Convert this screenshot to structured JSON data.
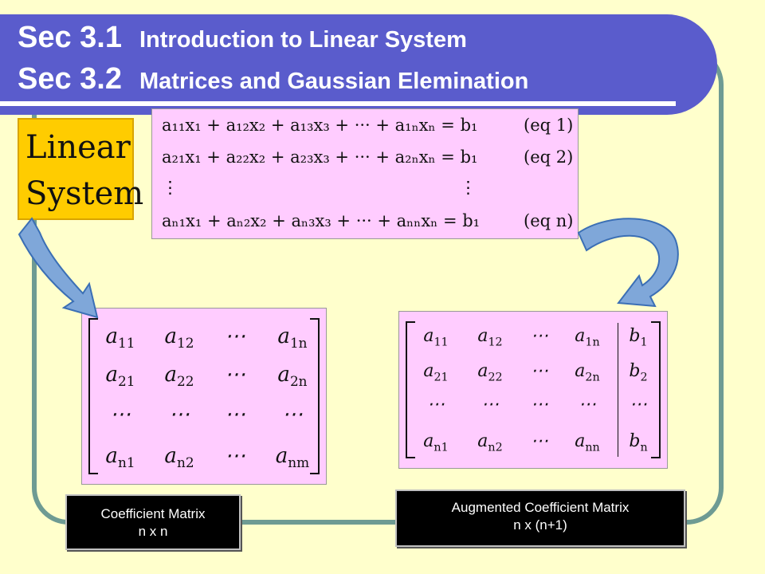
{
  "title": {
    "line1_sec": "Sec 3.1",
    "line1_text": "Introduction to Linear System",
    "line2_sec": "Sec 3.2",
    "line2_text": "Matrices and Gaussian Elemination"
  },
  "label_box": {
    "word1": "Linear",
    "word2": "System"
  },
  "equations": {
    "rows": [
      {
        "text": "a₁₁x₁ + a₁₂x₂ + a₁₃x₃ + ··· + a₁ₙxₙ = b₁",
        "tag": "(eq 1)"
      },
      {
        "text": "a₂₁x₁ + a₂₂x₂ + a₂₃x₃ + ··· + a₂ₙxₙ = b₁",
        "tag": "(eq 2)"
      },
      {
        "text": "aₙ₁x₁ + aₙ₂x₂ + aₙ₃x₃ + ··· + aₙₙxₙ = b₁",
        "tag": "(eq n)"
      }
    ],
    "vdots": "⋮"
  },
  "coefficient_matrix": {
    "rows": [
      [
        "a11",
        "a12",
        "⋯",
        "a1n"
      ],
      [
        "a21",
        "a22",
        "⋯",
        "a2n"
      ],
      [
        "⋯",
        "⋯",
        "⋯",
        "⋯"
      ],
      [
        "an1",
        "an2",
        "⋯",
        "anm"
      ]
    ]
  },
  "augmented_matrix": {
    "rows": [
      [
        "a11",
        "a12",
        "⋯",
        "a1n",
        "b1"
      ],
      [
        "a21",
        "a22",
        "⋯",
        "a2n",
        "b2"
      ],
      [
        "⋯",
        "⋯",
        "⋯",
        "⋯",
        "⋯"
      ],
      [
        "an1",
        "an2",
        "⋯",
        "ann",
        "bn"
      ]
    ]
  },
  "captions": {
    "coefficient": {
      "line1": "Coefficient Matrix",
      "line2": "n x n"
    },
    "augmented": {
      "line1": "Augmented Coefficient Matrix",
      "line2": "n x (n+1)"
    }
  },
  "colors": {
    "background": "#ffffcc",
    "title_band": "#5a5ccc",
    "frame": "#6e9b93",
    "label_box": "#ffcc00",
    "matrix_bg": "#ffccff",
    "arrow": "#7fa7d9"
  }
}
